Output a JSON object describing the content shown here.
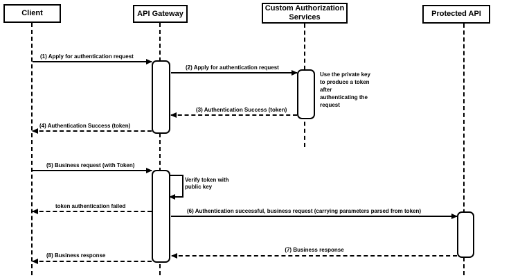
{
  "diagram": {
    "participants": [
      {
        "label": "Client"
      },
      {
        "label": "API Gateway"
      },
      {
        "label": "Custom Authorization Services"
      },
      {
        "label": "Protected API"
      }
    ],
    "messages": [
      {
        "label": "(1) Apply for authentication request",
        "from": "Client",
        "to": "API Gateway",
        "line": "solid"
      },
      {
        "label": "(2) Apply for authentication request",
        "from": "API Gateway",
        "to": "Custom Authorization Services",
        "line": "solid"
      },
      {
        "label": "(3) Authentication Success (token)",
        "from": "Custom Authorization Services",
        "to": "API Gateway",
        "line": "dashed"
      },
      {
        "label": "(4) Authentication Success (token)",
        "from": "API Gateway",
        "to": "Client",
        "line": "dashed"
      },
      {
        "label": "(5) Business request (with Token)",
        "from": "Client",
        "to": "API Gateway",
        "line": "solid"
      },
      {
        "label": "token authentication failed",
        "from": "API Gateway",
        "to": "Client",
        "line": "dashed"
      },
      {
        "label": "(6) Authentication successful, business request (carrying parameters parsed from token)",
        "from": "API Gateway",
        "to": "Protected API",
        "line": "solid"
      },
      {
        "label": "(7) Business response",
        "from": "Protected API",
        "to": "API Gateway",
        "line": "dashed"
      },
      {
        "label": "(8) Business response",
        "from": "API Gateway",
        "to": "Client",
        "line": "dashed"
      }
    ],
    "self_message": {
      "label": "Verify token with public key",
      "on": "API Gateway"
    },
    "note": {
      "label": "Use the private key to produce a token after authenticating the request",
      "near": "Custom Authorization Services"
    },
    "colors": {
      "line": "#000000",
      "fill": "#ffffff",
      "text": "#000000",
      "background": "#ffffff"
    }
  }
}
